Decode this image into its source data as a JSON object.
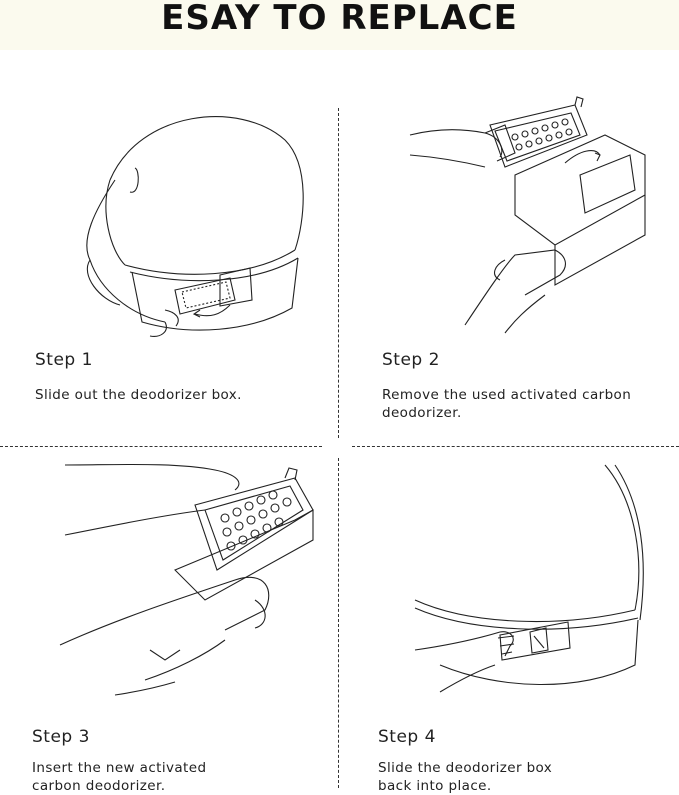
{
  "header": {
    "title": "ESAY TO REPLACE"
  },
  "steps": [
    {
      "title": "Step 1",
      "lines": [
        "Slide out the deodorizer box."
      ]
    },
    {
      "title": "Step 2",
      "lines": [
        "Remove the used activated carbon",
        "deodorizer."
      ]
    },
    {
      "title": "Step 3",
      "lines": [
        "Insert the new activated",
        "carbon deodorizer."
      ]
    },
    {
      "title": "Step 4",
      "lines": [
        "Slide the deodorizer box",
        "back into place."
      ]
    }
  ],
  "colors": {
    "header_bg": "#fbfaee",
    "line": "#333333",
    "text": "#222222"
  }
}
